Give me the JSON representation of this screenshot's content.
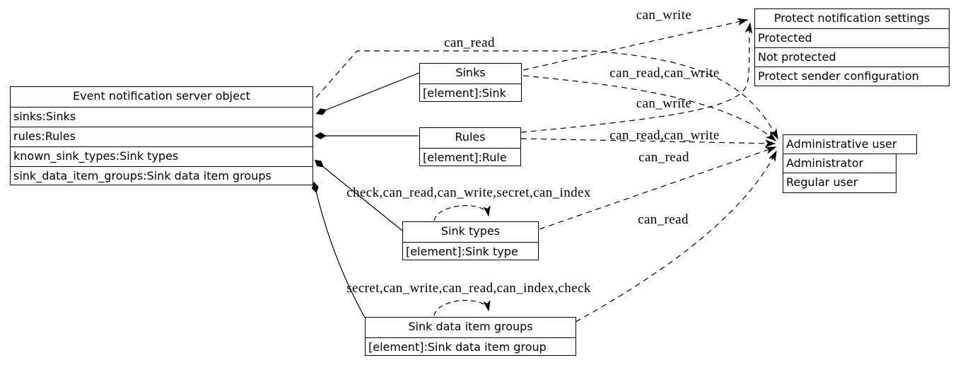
{
  "nodes": {
    "server": {
      "title": "Event notification server object",
      "attrs": [
        "sinks:Sinks",
        "rules:Rules",
        "known_sink_types:Sink types",
        "sink_data_item_groups:Sink data item groups"
      ]
    },
    "sinks": {
      "title": "Sinks",
      "attrs": [
        "[element]:Sink"
      ]
    },
    "rules": {
      "title": "Rules",
      "attrs": [
        "[element]:Rule"
      ]
    },
    "sink_types": {
      "title": "Sink types",
      "attrs": [
        "[element]:Sink type"
      ]
    },
    "sink_data_item_groups": {
      "title": "Sink data item groups",
      "attrs": [
        "[element]:Sink data item group"
      ]
    },
    "protect_notification_settings": {
      "title": "Protect notification settings",
      "attrs": [
        "Protected",
        "Not protected",
        "Protect sender configuration"
      ]
    },
    "administrative_user": {
      "title": "Administrative user",
      "attrs": [
        "Administrator",
        "Regular user"
      ]
    }
  },
  "edge_labels": {
    "server_to_admin": "can_read",
    "sinks_to_protect": "can_write",
    "sinks_to_admin": "can_read,can_write",
    "rules_to_protect": "can_write",
    "rules_to_admin": "can_read,can_write",
    "sink_types_to_admin": "can_read",
    "sink_types_self": "check,can_read,can_write,secret,can_index",
    "sink_data_item_groups_to_admin": "can_read",
    "sink_data_item_groups_self": "secret,can_write,can_read,can_index,check"
  },
  "colors": {
    "line": "#000000",
    "background": "#ffffff"
  }
}
